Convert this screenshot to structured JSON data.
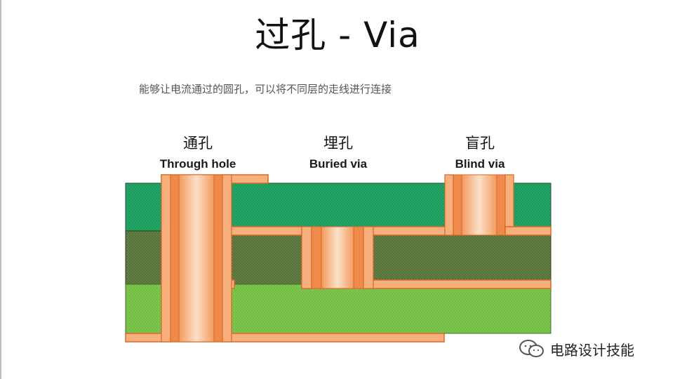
{
  "title": "过孔 - Via",
  "subtitle": "能够让电流通过的圆孔，可以将不同层的走线进行连接",
  "labels": [
    {
      "cn": "通孔",
      "en": "Through hole"
    },
    {
      "cn": "埋孔",
      "en": "Buried via"
    },
    {
      "cn": "盲孔",
      "en": "Blind via"
    }
  ],
  "watermark": "电路设计技能",
  "colors": {
    "top_layer": "#1f9e5c",
    "middle_layer": "#5b7a3e",
    "bottom_layer": "#78c24a",
    "copper": "#f08a4b",
    "copper_light": "#f7b07c",
    "pad_outline": "#d9682a"
  }
}
